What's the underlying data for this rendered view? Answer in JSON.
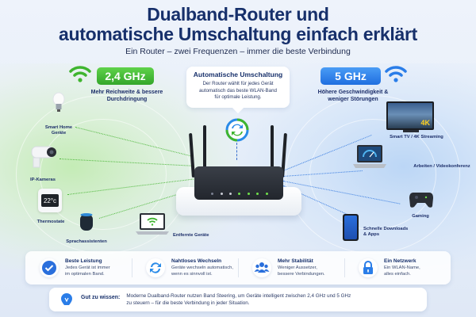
{
  "header": {
    "title_line1": "Dualband-Router und",
    "title_line2": "automatische Umschaltung einfach erklärt",
    "subtitle": "Ein Router – zwei Frequenzen – immer die beste Verbindung"
  },
  "band_24": {
    "label": "2,4 GHz",
    "desc_line1": "Mehr Reichweite & bessere",
    "desc_line2": "Durchdringung",
    "color": "#3fb52f",
    "devices": [
      {
        "label_line1": "Smart Home",
        "label_line2": "Geräte",
        "icon": "light-bulb-icon"
      },
      {
        "label_line1": "IP-Kameras",
        "label_line2": "",
        "icon": "security-camera-icon"
      },
      {
        "label_line1": "Thermostate",
        "label_line2": "",
        "icon": "thermostat-icon",
        "display": "22°c"
      },
      {
        "label_line1": "Sprachassistenten",
        "label_line2": "",
        "icon": "smart-speaker-icon"
      },
      {
        "label_line1": "Entfernte Geräte",
        "label_line2": "",
        "icon": "laptop-wifi-icon"
      }
    ]
  },
  "band_5": {
    "label": "5 GHz",
    "desc_line1": "Höhere Geschwindigkeit &",
    "desc_line2": "weniger Störungen",
    "color": "#2a7de8",
    "devices": [
      {
        "label_line1": "Smart TV / 4K Streaming",
        "label_line2": "",
        "icon": "tv-icon",
        "badge": "4K"
      },
      {
        "label_line1": "Arbeiten / Videokonferenz",
        "label_line2": "",
        "icon": "laptop-speed-icon"
      },
      {
        "label_line1": "Gaming",
        "label_line2": "",
        "icon": "gamepad-icon"
      },
      {
        "label_line1": "Schnelle Downloads",
        "label_line2": "& Apps",
        "icon": "smartphone-icon"
      }
    ]
  },
  "auto_switch": {
    "title": "Automatische Umschaltung",
    "text_line1": "Der Router wählt für jedes Gerät",
    "text_line2": "automatisch das beste WLAN-Band",
    "text_line3": "für optimale Leistung."
  },
  "features": [
    {
      "title": "Beste Leistung",
      "line1": "Jedes Gerät ist immer",
      "line2": "im optimalen Band.",
      "icon": "checkmark-icon",
      "color": "#2a6fdc"
    },
    {
      "title": "Nahtloses Wechseln",
      "line1": "Geräte wechseln automatisch,",
      "line2": "wenn es sinnvoll ist.",
      "icon": "sync-icon",
      "color": "#2a8be8"
    },
    {
      "title": "Mehr Stabilität",
      "line1": "Weniger Aussetzer,",
      "line2": "bessere Verbindungen.",
      "icon": "users-icon",
      "color": "#2a6fdc"
    },
    {
      "title": "Ein Netzwerk",
      "line1": "Ein WLAN-Name,",
      "line2": "alles einfach.",
      "icon": "lock-icon",
      "color": "#2a7de8"
    }
  ],
  "tip": {
    "label": "Gut zu wissen:",
    "line1": "Moderne Dualband-Router nutzen Band Steering, um Geräte intelligent zwischen 2,4 GHz und 5 GHz",
    "line2": "zu steuern – für die beste Verbindung in jeder Situation."
  },
  "colors": {
    "title": "#17306b",
    "green": "#3fb52f",
    "blue": "#2a7de8"
  }
}
